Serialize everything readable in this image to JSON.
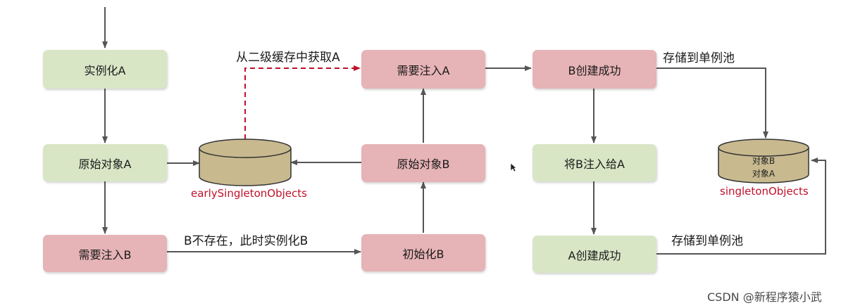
{
  "nodes": {
    "instantiate_a": "实例化A",
    "raw_object_a": "原始对象A",
    "inject_b_needed": "需要注入B",
    "inject_a_needed": "需要注入A",
    "raw_object_b": "原始对象B",
    "init_b": "初始化B",
    "b_created": "B创建成功",
    "inject_b_into_a": "将B注入给A",
    "a_created": "A创建成功"
  },
  "caches": {
    "early": {
      "label": "earlySingletonObjects"
    },
    "singleton": {
      "label": "singletonObjects",
      "contents": [
        "对象B",
        "对象A"
      ]
    }
  },
  "edge_labels": {
    "get_from_second_cache": "从二级缓存中获取A",
    "b_not_exist": "B不存在，此时实例化B",
    "store_pool_top": "存储到单例池",
    "store_pool_bottom": "存储到单例池"
  },
  "watermark": "CSDN @新程序猿小武",
  "colors": {
    "green_node": "#d8e6c6",
    "pink_node": "#e6b3b6",
    "cache_fill": "#c8b98f",
    "arrow": "#555555",
    "dashed_arrow": "#c0102a",
    "cache_label": "#c0102a"
  }
}
